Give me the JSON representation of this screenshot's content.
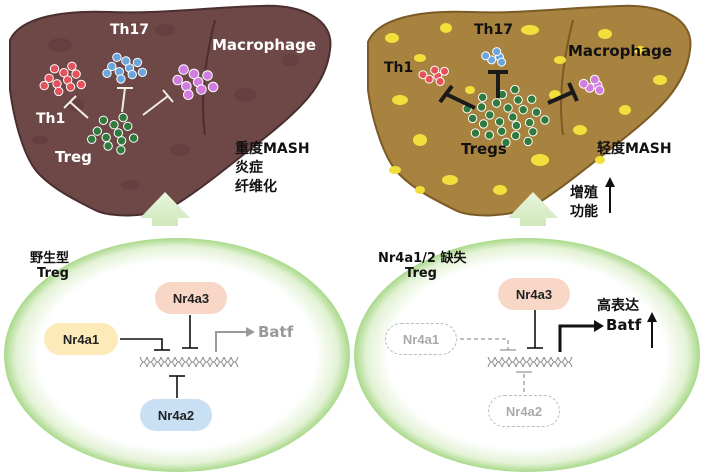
{
  "colors": {
    "liver_left": "#6e4747",
    "liver_right": "#a8823f",
    "fat": "#f1df3c",
    "th1": "#e4525c",
    "th17": "#6aa6dc",
    "macrophage": "#d27ce0",
    "treg": "#2f7a3c",
    "arrow": "#d9ecc8",
    "cell_glow": "#9fd47b",
    "nr4a1": "#fcebb8",
    "nr4a2": "#c9dff3",
    "nr4a3": "#f8d7c7"
  },
  "left_panel": {
    "cells": {
      "th1": "Th1",
      "th17": "Th17",
      "macrophage": "Macrophage",
      "treg": "Treg"
    },
    "outcome": [
      "重度MASH",
      "炎症",
      "纤维化"
    ],
    "cell_type": [
      "野生型",
      "Treg"
    ],
    "genes": {
      "nr4a1": "Nr4a1",
      "nr4a2": "Nr4a2",
      "nr4a3": "Nr4a3",
      "batf": "Batf"
    }
  },
  "right_panel": {
    "cells": {
      "th1": "Th1",
      "th17": "Th17",
      "macrophage": "Macrophage",
      "treg": "Tregs"
    },
    "outcome": "轻度MASH",
    "function": [
      "增殖",
      "功能"
    ],
    "cell_type": [
      "Nr4a1/2 缺失",
      "Treg"
    ],
    "genes": {
      "nr4a1": "Nr4a1",
      "nr4a2": "Nr4a2",
      "nr4a3": "Nr4a3",
      "batf": "Batf"
    },
    "batf_note": "高表达"
  }
}
